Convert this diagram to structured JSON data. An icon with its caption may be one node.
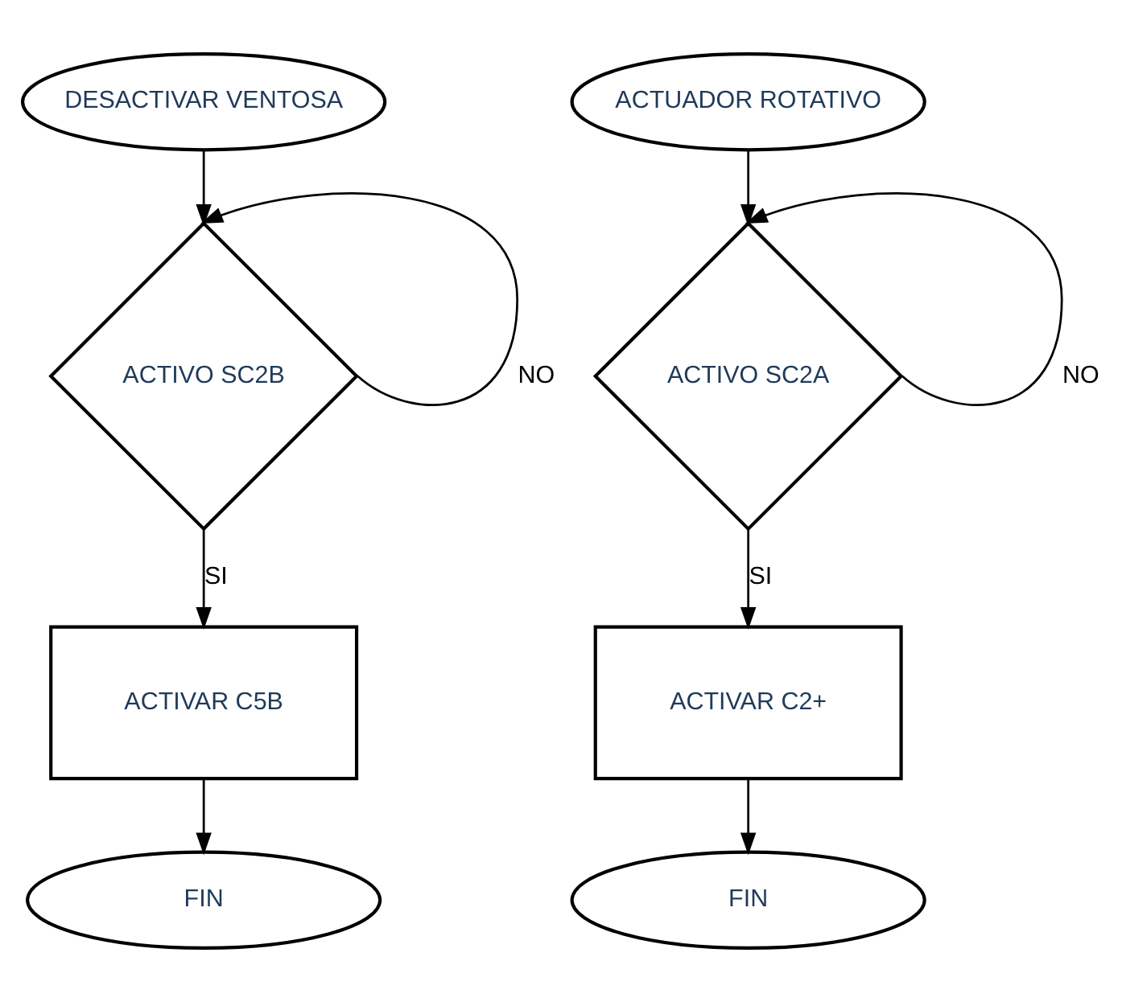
{
  "diagram": {
    "nodes": [
      {
        "text": [
          "DESACTIVAR VENTOSA"
        ]
      },
      {
        "text": [
          "ACTIVO SC2B"
        ]
      },
      {
        "text": [
          "ACTIVAR C5B"
        ]
      },
      {
        "text": [
          "FIN"
        ]
      },
      {
        "text": [
          "ACTUADOR ROTATIVO"
        ]
      },
      {
        "text": [
          "ACTIVO SC2A"
        ]
      },
      {
        "text": [
          "ACTIVAR C2+"
        ]
      },
      {
        "text": [
          "FIN"
        ]
      }
    ],
    "edges": [
      {
        "from": 0,
        "to": 1,
        "arrow": "to"
      },
      {
        "from": 1,
        "to": 1,
        "label": "NO",
        "arrow": "to"
      },
      {
        "from": 1,
        "to": 2,
        "label": "SI",
        "arrow": "to"
      },
      {
        "from": 2,
        "to": 3,
        "arrow": "to"
      },
      {
        "from": 4,
        "to": 5,
        "arrow": "to"
      },
      {
        "from": 5,
        "to": 5,
        "label": "NO",
        "arrow": "to"
      },
      {
        "from": 5,
        "to": 6,
        "label": "SI",
        "arrow": "to"
      },
      {
        "from": 6,
        "to": 7,
        "arrow": "to"
      }
    ]
  }
}
